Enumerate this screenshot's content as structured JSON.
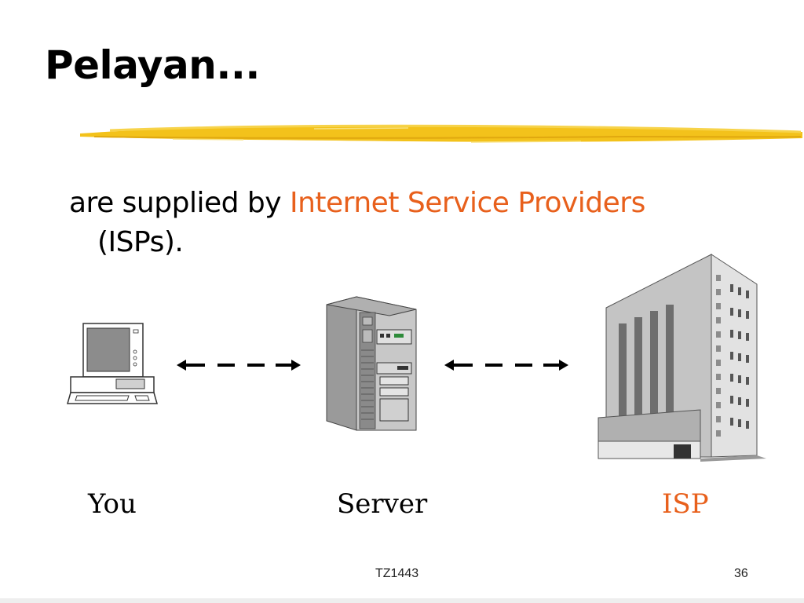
{
  "slide": {
    "title": "Pelayan...",
    "bullet": {
      "prefix": "are supplied by ",
      "highlight": "Internet Service Providers",
      "suffix": "(ISPs)."
    },
    "labels": {
      "you": "You",
      "server": "Server",
      "isp": "ISP"
    },
    "footer": {
      "center": "TZ1443",
      "page_number": "36"
    }
  },
  "icons": {
    "computer": "computer-icon",
    "server": "server-tower-icon",
    "building": "office-building-icon",
    "arrow": "double-arrow-icon"
  },
  "colors": {
    "accent": "#e8601c",
    "brush": "#f3c21b"
  }
}
